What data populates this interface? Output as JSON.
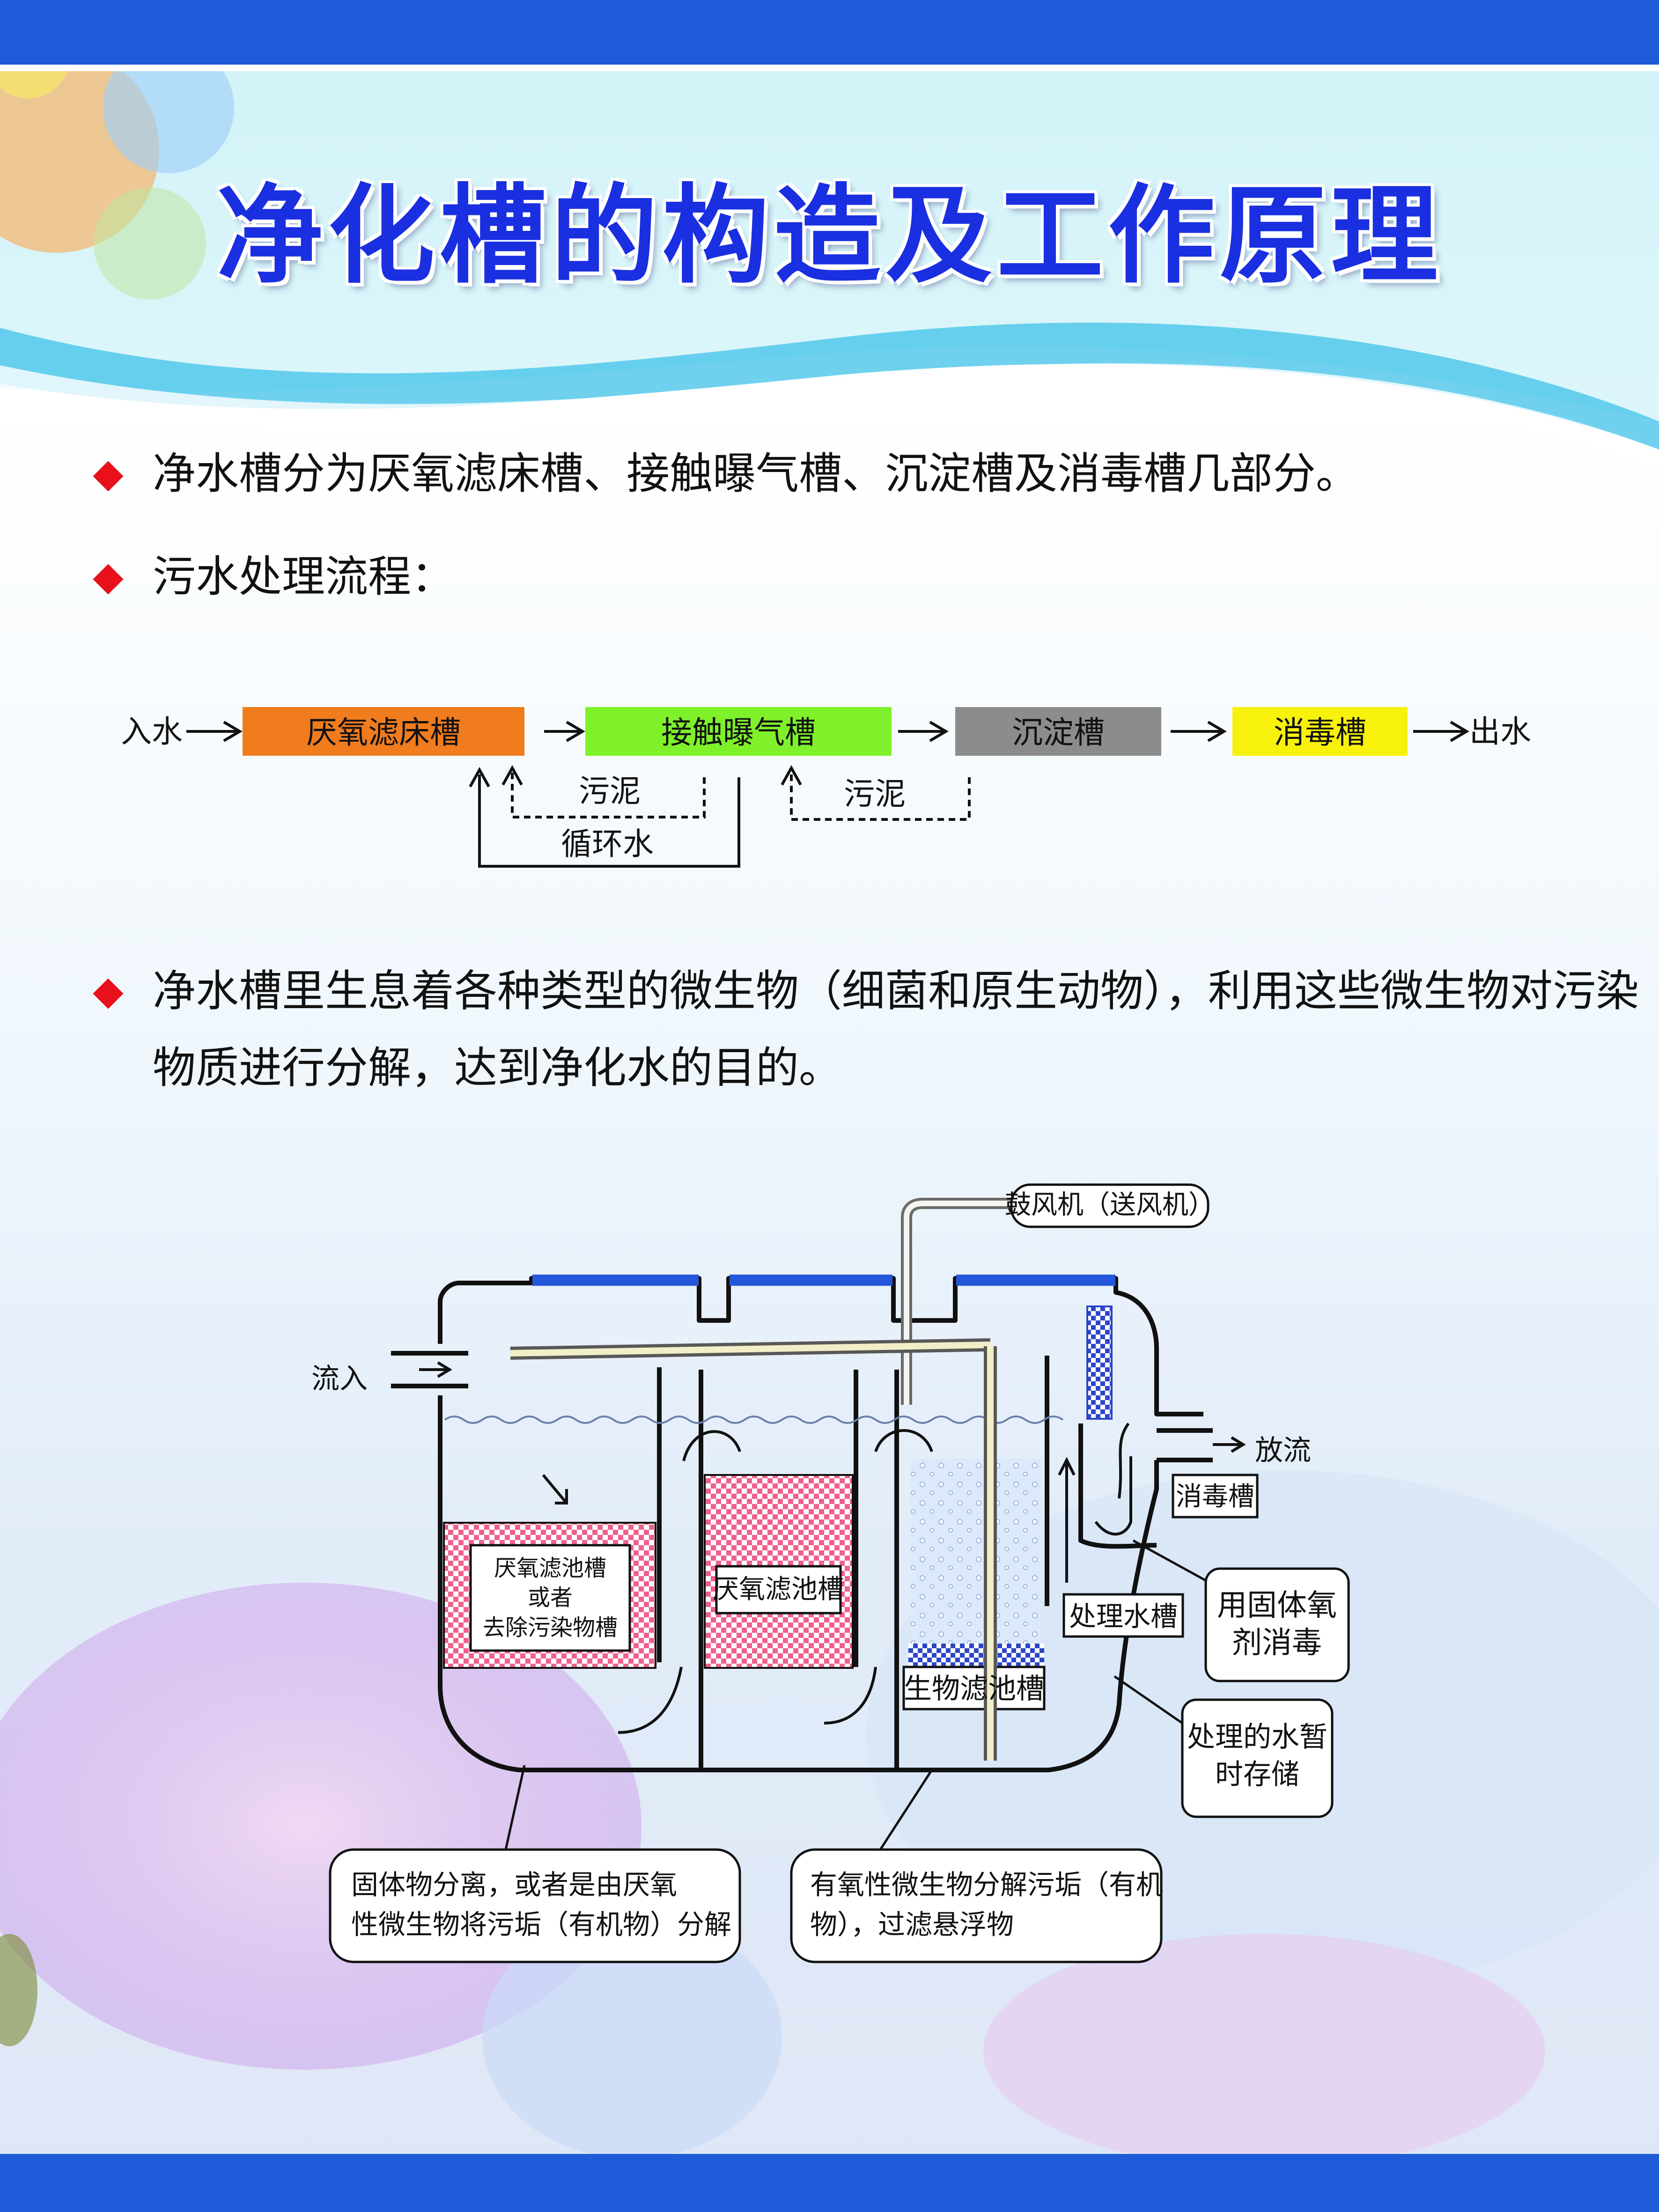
{
  "title": "净化槽的构造及工作原理",
  "bullets": [
    "净水槽分为厌氧滤床槽、接触曝气槽、沉淀槽及消毒槽几部分。",
    "污水处理流程：",
    "净水槽里生息着各种类型的微生物（细菌和原生动物），利用这些微生物对污染物质进行分解，达到净化水的目的。"
  ],
  "flow": {
    "inlet": "入水",
    "outlet": "出水",
    "steps": [
      {
        "label": "厌氧滤床槽",
        "color": "#f07c1e"
      },
      {
        "label": "接触曝气槽",
        "color": "#7ef12a"
      },
      {
        "label": "沉淀槽",
        "color": "#8c8c8c"
      },
      {
        "label": "消毒槽",
        "color": "#f7f10c"
      }
    ],
    "sludge_label": "污泥",
    "recycle_label": "循环水"
  },
  "diagram": {
    "blower": "鼓风机（送风机）",
    "inflow": "流入",
    "outflow": "放流",
    "tank1_lines": [
      "厌氧滤池槽",
      "或者",
      "去除污染物槽"
    ],
    "tank2": "厌氧滤池槽",
    "biofilter": "生物滤池槽",
    "treated_tank": "处理水槽",
    "disinfect": "消毒槽",
    "callout_solid_disinfect_lines": [
      "用固体氧",
      "剂消毒"
    ],
    "callout_storage_lines": [
      "处理的水暂",
      "时存储"
    ],
    "callout_anaerobic_lines": [
      "固体物分离，或者是由厌氧",
      "性微生物将污垢（有机物）分解"
    ],
    "callout_aerobic_lines": [
      "有氧性微生物分解污垢（有机",
      "物），过滤悬浮物"
    ]
  },
  "colors": {
    "title": "#1a2fe0",
    "bar": "#1d5bd8",
    "bullet": "#e8101a"
  }
}
